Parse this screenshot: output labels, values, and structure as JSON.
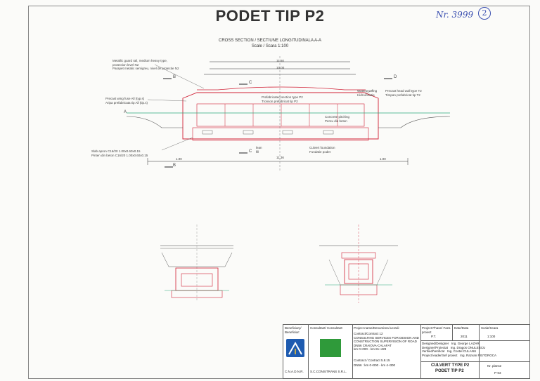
{
  "header": {
    "title": "PODET TIP P2",
    "stamp_number": "Nr. 3999",
    "stamp_circle": "2"
  },
  "section": {
    "caption_line1": "CROSS SECTION / SECTIUNE LONGITUDINALA A-A",
    "caption_line2": "Scale / Scara 1:100",
    "dim_top": "11.50",
    "dim_mid": "10.00",
    "dim_bottom": "11.36",
    "dim_left": "1.90",
    "dim_right": "1.90",
    "cut_b": "B",
    "cut_c": "C",
    "cut_d": "D",
    "cut_a": "A"
  },
  "notes": {
    "guard_rail": [
      "Metallic guard rail, medium heavy type,",
      "protection level N2",
      "Parapet metalic semigreu, nivel de protectie N2"
    ],
    "wing_fuse": [
      "Precast wing fuse All (typ.s)",
      "Aripa prefabricata tip All (tip.s)"
    ],
    "prefab_section": [
      "Prefabricated section type P2",
      "Tronson prefabricat tip P2"
    ],
    "waterproofing": [
      "Waterproofing",
      "Hidroizolatie"
    ],
    "head_wall": [
      "Precast head wall type T2",
      "Timpan prefabricat tip T2"
    ],
    "concrete_pitching": [
      "Concrete pitching",
      "Pereu din beton"
    ],
    "slab_apron": [
      "Slab apron C16/20 1.00x0.60x0.15",
      "Pinten din beton C16/20 1.00x0.60x0.15"
    ],
    "lean_fill": [
      "lean",
      "fill"
    ],
    "culvert_foundation": [
      "Culvert foundation",
      "Fundatie podet"
    ]
  },
  "title_block": {
    "beneficiary_label": "Beneficiary/ Beneficiar:",
    "consultant_label": "Consultant/ Consultant:",
    "project_name_label": "Project name/Denumirea lucrarii:",
    "beneficiary_name": "C.N.A.D.N.R.",
    "consultant_name": "S.C.CONSITRANS S.R.L.",
    "contract_lines": [
      "Contract/Contract 12",
      "CONSULTING SERVICES FOR DESIGN AND",
      "CONSTRUCTION SUPERVISION OF ROAD",
      "DN56 CRAIOVA-CALAFAT",
      "km 0+000 - km 81+429"
    ],
    "contract2": "Contract / Contract  5.8.15",
    "dn_line": "DN56 : km 0+000 - km 4+300",
    "phase_label": "Project Phase/ Faza proiect",
    "phase_value": "P.T.",
    "date_label": "Date/Data",
    "date_value": "2011",
    "scale_label": "Scale/Scara",
    "scale_value": "1:100",
    "roles": [
      {
        "role": "Designed/Designer",
        "name": "Ing. George LAZAR"
      },
      {
        "role": "Designer/Proiectat",
        "name": "Ing. Dragos ONULESCU"
      },
      {
        "role": "Verified/Verificat",
        "name": "Ing. Costel CULANU"
      },
      {
        "role": "Project leader/Sef proiect",
        "name": "Ing. Razvan PISTOROCA"
      }
    ],
    "drawing_title_en": "CULVERT TYPE P2",
    "drawing_title_ro": "PODET TIP P2",
    "drawing_no_label": "Nr. planse",
    "drawing_no": "P-03"
  }
}
